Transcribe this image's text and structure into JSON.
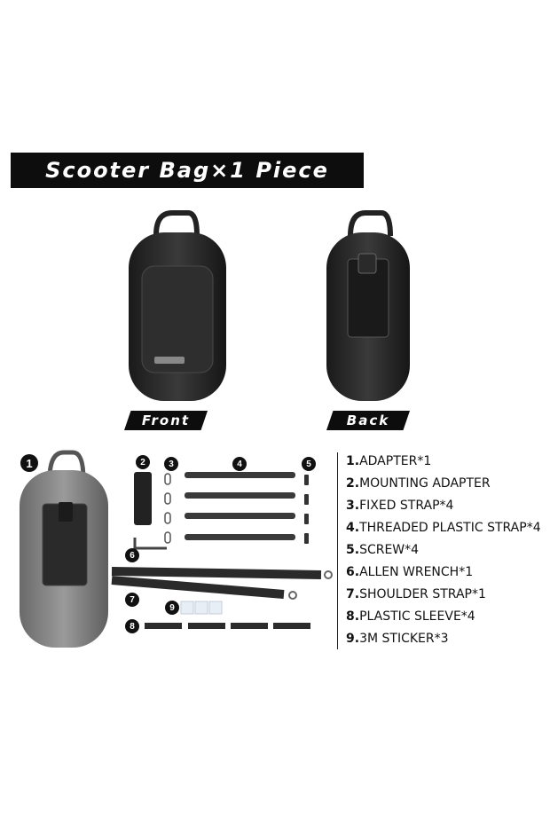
{
  "title": "Scooter Bag×1 Piece",
  "views": {
    "front": "Front",
    "back": "Back"
  },
  "markers": [
    "1",
    "2",
    "3",
    "4",
    "5",
    "6",
    "7",
    "8",
    "9"
  ],
  "parts": [
    {
      "n": "1.",
      "label": "ADAPTER*1"
    },
    {
      "n": "2.",
      "label": "MOUNTING ADAPTER"
    },
    {
      "n": "3.",
      "label": "FIXED STRAP*4"
    },
    {
      "n": "4.",
      "label": "THREADED PLASTIC STRAP*4"
    },
    {
      "n": "5.",
      "label": "SCREW*4"
    },
    {
      "n": "6.",
      "label": "ALLEN WRENCH*1"
    },
    {
      "n": "7.",
      "label": "SHOULDER STRAP*1"
    },
    {
      "n": "8.",
      "label": "PLASTIC SLEEVE*4"
    },
    {
      "n": "9.",
      "label": "3M STICKER*3"
    }
  ],
  "colors": {
    "bag": "#2b2b2b",
    "bag_light": "#8a8a8a",
    "background": "#ffffff"
  }
}
